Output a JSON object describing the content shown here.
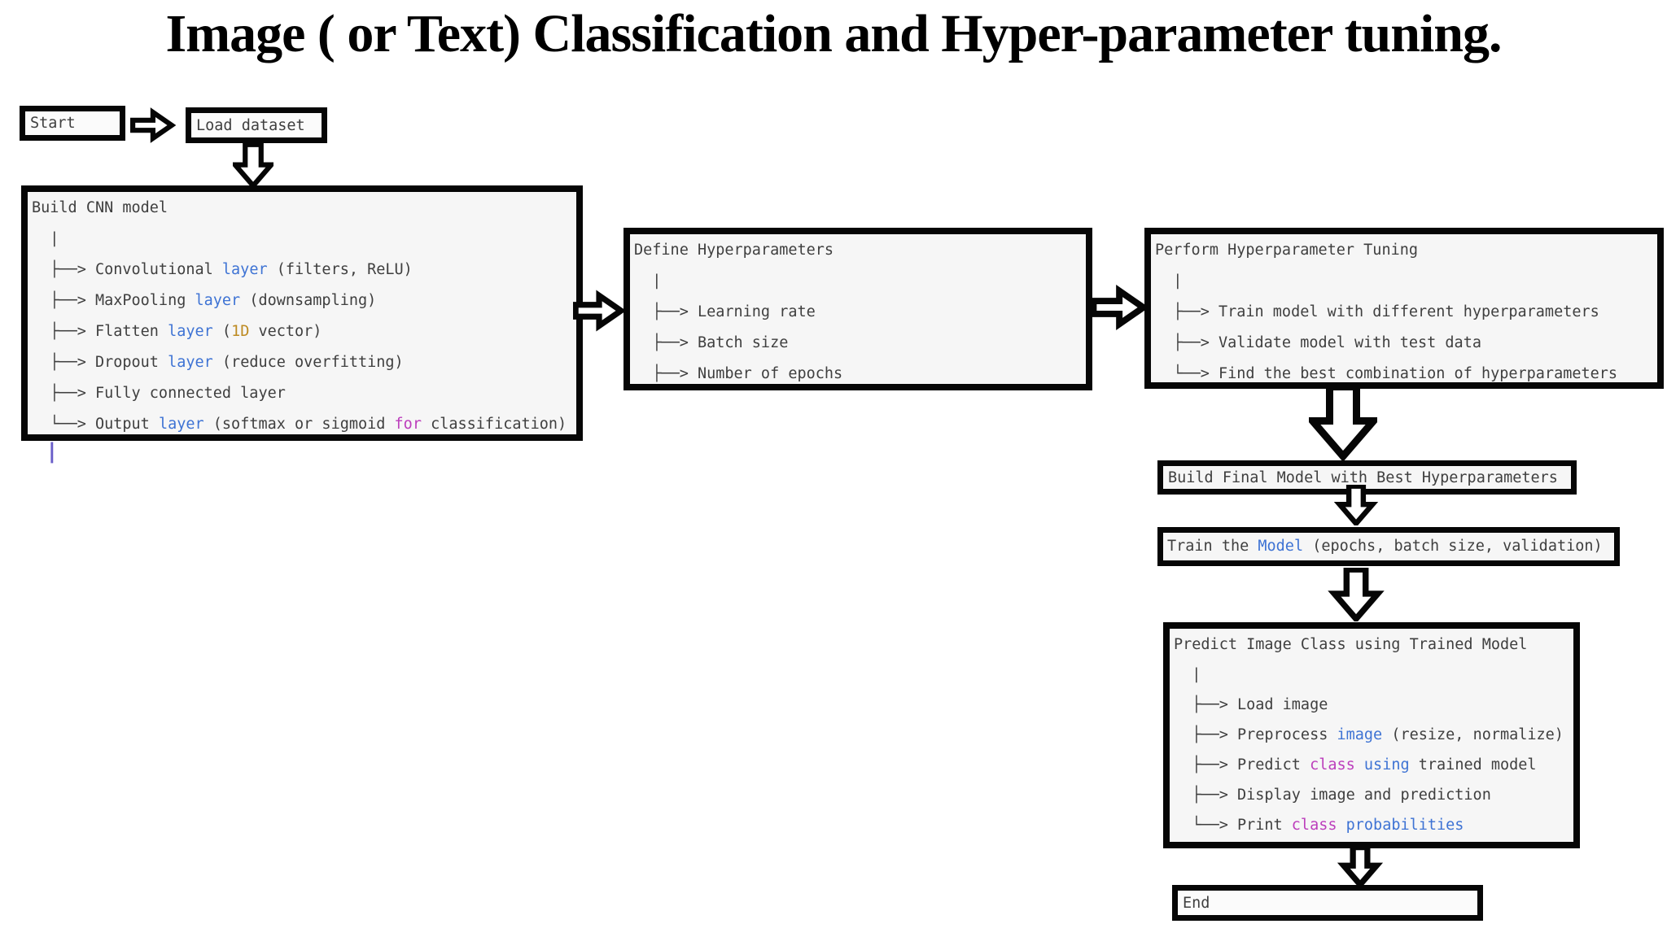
{
  "title": "Image ( or Text) Classification and Hyper-parameter tuning.",
  "keyword_colors": {
    "blue": "#3e73d4",
    "magenta": "#bc3ebc",
    "orange": "#bd8b23"
  },
  "colors": {
    "text": "#3f3f3f",
    "box_background": "#f6f6f6",
    "border": "#060606",
    "page_background": "#ffffff",
    "cursor": "#6a5ec9"
  },
  "nodes": {
    "start": {
      "label": "Start"
    },
    "load_dataset": {
      "label": "Load dataset"
    },
    "build_cnn": {
      "lines": [
        [
          {
            "t": "Build CNN model"
          }
        ],
        [
          {
            "t": "  |"
          }
        ],
        [
          {
            "t": "  ├──> Convolutional "
          },
          {
            "t": "layer",
            "c": "blue"
          },
          {
            "t": " (filters, ReLU)"
          }
        ],
        [
          {
            "t": "  ├──> MaxPooling "
          },
          {
            "t": "layer",
            "c": "blue"
          },
          {
            "t": " (downsampling)"
          }
        ],
        [
          {
            "t": "  ├──> Flatten "
          },
          {
            "t": "layer",
            "c": "blue"
          },
          {
            "t": " ("
          },
          {
            "t": "1D",
            "c": "orange"
          },
          {
            "t": " vector)"
          }
        ],
        [
          {
            "t": "  ├──> Dropout "
          },
          {
            "t": "layer",
            "c": "blue"
          },
          {
            "t": " (reduce overfitting)"
          }
        ],
        [
          {
            "t": "  ├──> Fully connected layer"
          }
        ],
        [
          {
            "t": "  └──> Output "
          },
          {
            "t": "layer",
            "c": "blue"
          },
          {
            "t": " (softmax or sigmoid "
          },
          {
            "t": "for",
            "c": "magenta"
          },
          {
            "t": " classification)"
          }
        ]
      ]
    },
    "cursor": {
      "label": "|"
    },
    "define_hyperparameters": {
      "lines": [
        [
          {
            "t": "Define Hyperparameters"
          }
        ],
        [
          {
            "t": "  |"
          }
        ],
        [
          {
            "t": "  ├──> Learning rate"
          }
        ],
        [
          {
            "t": "  ├──> Batch size"
          }
        ],
        [
          {
            "t": "  ├──> Number of epochs"
          }
        ]
      ]
    },
    "perform_tuning": {
      "lines": [
        [
          {
            "t": "Perform Hyperparameter Tuning"
          }
        ],
        [
          {
            "t": "  |"
          }
        ],
        [
          {
            "t": "  ├──> Train model with different hyperparameters"
          }
        ],
        [
          {
            "t": "  ├──> Validate model with test data"
          }
        ],
        [
          {
            "t": "  └──> Find the best combination of hyperparameters"
          }
        ]
      ]
    },
    "build_final": {
      "label": "Build Final Model with Best Hyperparameters"
    },
    "train_model": {
      "lines": [
        [
          {
            "t": "Train the "
          },
          {
            "t": "Model",
            "c": "blue"
          },
          {
            "t": " (epochs, batch size, validation)"
          }
        ]
      ]
    },
    "predict": {
      "lines": [
        [
          {
            "t": "Predict Image Class using Trained Model"
          }
        ],
        [
          {
            "t": "  |"
          }
        ],
        [
          {
            "t": "  ├──> Load image"
          }
        ],
        [
          {
            "t": "  ├──> Preprocess "
          },
          {
            "t": "image",
            "c": "blue"
          },
          {
            "t": " (resize, normalize)"
          }
        ],
        [
          {
            "t": "  ├──> Predict "
          },
          {
            "t": "class",
            "c": "magenta"
          },
          {
            "t": " "
          },
          {
            "t": "using",
            "c": "blue"
          },
          {
            "t": " trained model"
          }
        ],
        [
          {
            "t": "  ├──> Display image and prediction"
          }
        ],
        [
          {
            "t": "  └──> Print "
          },
          {
            "t": "class",
            "c": "magenta"
          },
          {
            "t": " "
          },
          {
            "t": "probabilities",
            "c": "blue"
          }
        ]
      ]
    },
    "end": {
      "label": "End"
    }
  }
}
